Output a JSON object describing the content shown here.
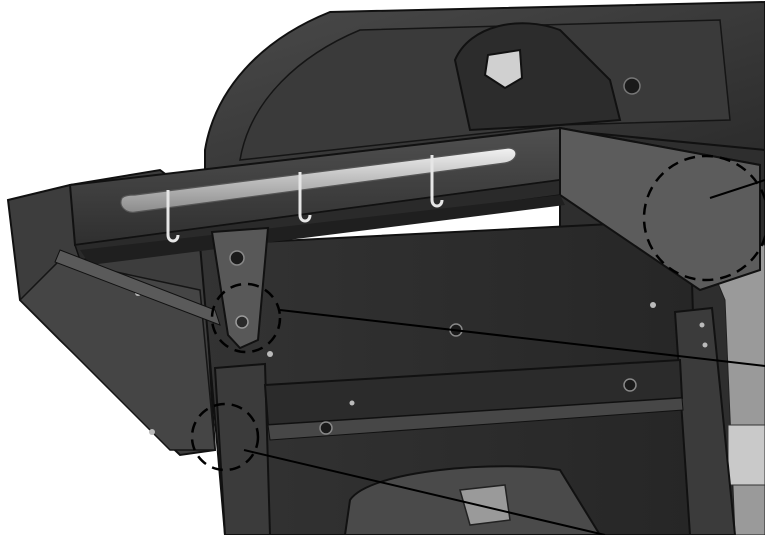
{
  "colors": {
    "background": "#ffffff",
    "panel_dark": "#2b2b2b",
    "panel_mid": "#3c3c3c",
    "panel_light": "#585858",
    "edge_line": "#111111",
    "highlight": "#8a8a8a",
    "handle": "#d8d8d8",
    "callout": "#000000"
  },
  "callouts": [
    {
      "id": "callout-upper-right",
      "kind": "dashed-circle-with-leader"
    },
    {
      "id": "callout-bracket",
      "kind": "dashed-circle-with-leader"
    },
    {
      "id": "callout-lower-left",
      "kind": "dashed-circle-with-leader"
    }
  ],
  "icons": [
    "grill-side-shelf-diagram",
    "towel-bar",
    "tool-hook",
    "bolt"
  ]
}
